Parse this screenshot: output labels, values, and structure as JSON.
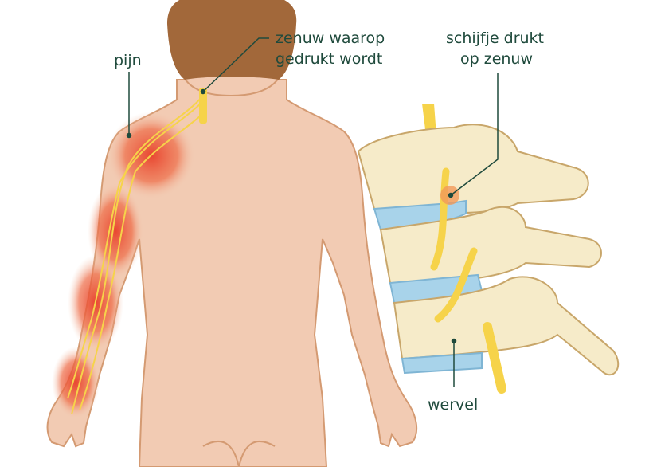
{
  "labels": {
    "pain": "pijn",
    "nerve_line1": "zenuw waarop",
    "nerve_line2": "gedrukt wordt",
    "disc_line1": "schijfje drukt",
    "disc_line2": "op zenuw",
    "vertebra": "wervel"
  },
  "colors": {
    "text": "#1f4a3c",
    "skin": "#f2cbb3",
    "skin_outline": "#d49a72",
    "hair": "#a2683a",
    "pain": "#e8402a",
    "nerve": "#f6d34a",
    "bone": "#f6ebc9",
    "bone_outline": "#c8a66a",
    "disc": "#a8d3ea"
  }
}
